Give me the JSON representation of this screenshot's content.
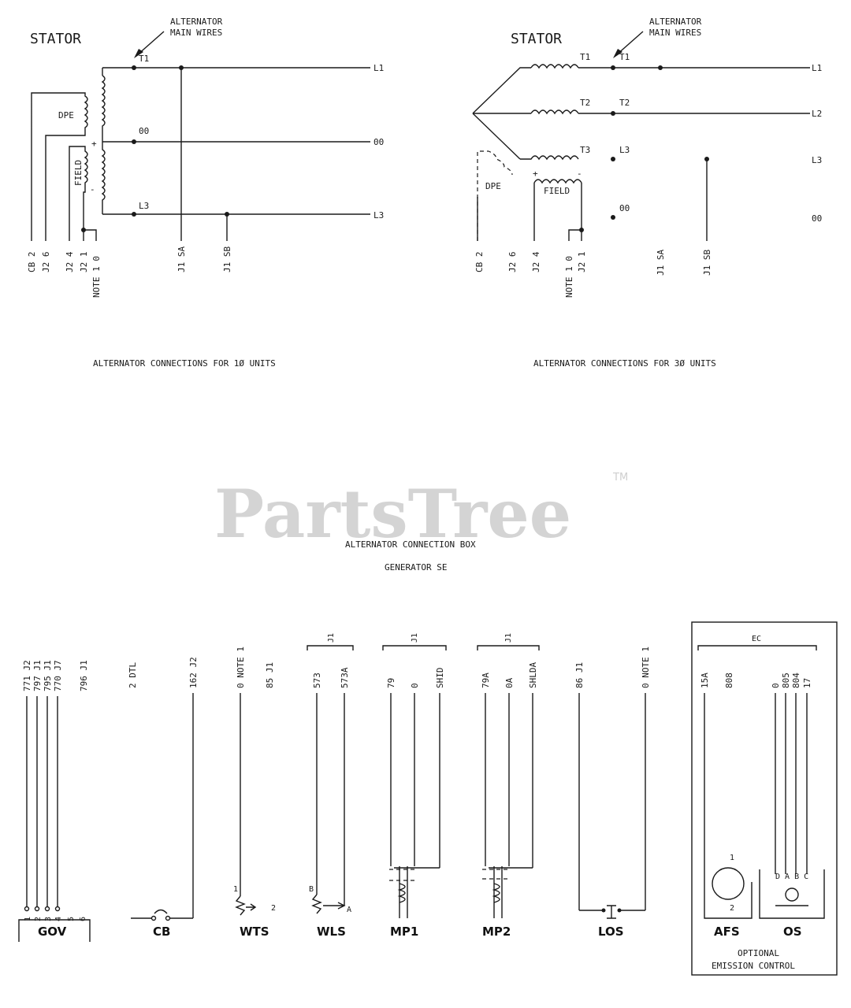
{
  "watermark": {
    "brand": "PartsTree",
    "tm": "TM"
  },
  "single_phase": {
    "stator": "STATOR",
    "alt_wires_1": "ALTERNATOR",
    "alt_wires_2": "MAIN WIRES",
    "t1": "T1",
    "l1": "L1",
    "dpe": "DPE",
    "plus": "+",
    "minus": "-",
    "field": "FIELD",
    "n00": "00",
    "out00": "00",
    "l3": "L3",
    "out_l3": "L3",
    "pins": [
      "CB 2",
      "J2 6",
      "J2 4",
      "J2 1",
      "NOTE 1 0",
      "J1 SA",
      "J1 SB"
    ],
    "caption": "ALTERNATOR CONNECTIONS FOR 1Ø UNITS"
  },
  "three_phase": {
    "stator": "STATOR",
    "alt_wires_1": "ALTERNATOR",
    "alt_wires_2": "MAIN WIRES",
    "t1": "T1",
    "t1b": "T1",
    "l1": "L1",
    "t2": "T2",
    "t2b": "T2",
    "l2": "L2",
    "t3": "T3",
    "l3a": "L3",
    "l3": "L3",
    "n00": "00",
    "out00": "00",
    "dpe": "DPE",
    "field": "FIELD",
    "pins": [
      "CB 2",
      "J2 6",
      "J2 4",
      "NOTE 1 0",
      "J2 1",
      "J1 SA",
      "J1 SB"
    ],
    "caption": "ALTERNATOR CONNECTIONS FOR 3Ø UNITS"
  },
  "center": {
    "title1": "ALTERNATOR CONNECTION BOX",
    "title2": "GENERATOR SE"
  },
  "components": {
    "gov": {
      "label": "GOV",
      "wires": [
        "771 J2",
        "797 J1",
        "795 J1",
        "770 J7",
        "796 J1"
      ],
      "pins": [
        "1",
        "2",
        "3",
        "4",
        "5",
        "6"
      ]
    },
    "cb": {
      "label": "CB",
      "wires": [
        "2 DTL",
        "162 J2"
      ]
    },
    "wts": {
      "label": "WTS",
      "wires": [
        "0 NOTE 1",
        "85 J1"
      ],
      "pin1": "1",
      "pin2": "2"
    },
    "wls": {
      "label": "WLS",
      "group": "J1",
      "wires": [
        "573",
        "573A"
      ],
      "pinb": "B",
      "pina": "A"
    },
    "mp1": {
      "label": "MP1",
      "group": "J1",
      "wires": [
        "79",
        "0",
        "SHID"
      ]
    },
    "mp2": {
      "label": "MP2",
      "group": "J1",
      "wires": [
        "79A",
        "0A",
        "SHLDA"
      ]
    },
    "los": {
      "label": "LOS",
      "wires": [
        "86 J1",
        "0 NOTE 1"
      ]
    },
    "afs": {
      "label": "AFS",
      "wires": [
        "15A",
        "808"
      ],
      "pin1": "1",
      "pin2": "2"
    },
    "os": {
      "label": "OS",
      "wires": [
        "0",
        "805",
        "804",
        "17"
      ],
      "pins": "D A B C"
    },
    "ec": {
      "label": "EC",
      "opt1": "OPTIONAL",
      "opt2": "EMISSION CONTROL"
    }
  }
}
